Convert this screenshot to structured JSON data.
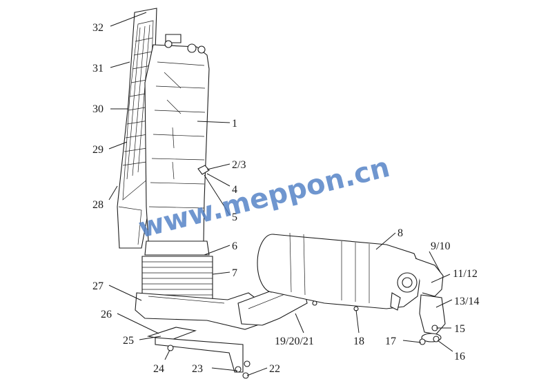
{
  "diagram": {
    "watermark": "www.meppon.cn",
    "labels": [
      "32",
      "31",
      "30",
      "29",
      "28",
      "1",
      "2/3",
      "4",
      "5",
      "6",
      "7",
      "8",
      "9/10",
      "11/12",
      "13/14",
      "15",
      "16",
      "17",
      "18",
      "19/20/21",
      "22",
      "23",
      "24",
      "25",
      "26",
      "27"
    ]
  }
}
